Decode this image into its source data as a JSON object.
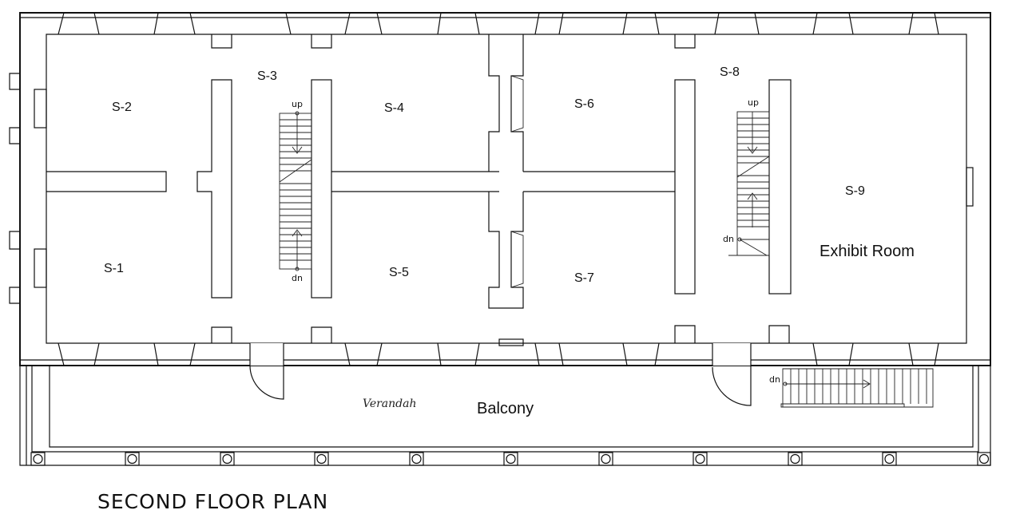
{
  "title": "SECOND FLOOR PLAN",
  "rooms": {
    "s1": "S-1",
    "s2": "S-2",
    "s3": "S-3",
    "s4": "S-4",
    "s5": "S-5",
    "s6": "S-6",
    "s7": "S-7",
    "s8": "S-8",
    "s9": "S-9",
    "exhibit": "Exhibit Room"
  },
  "verandah": "Verandah",
  "balcony": "Balcony",
  "stairs": {
    "up": "up",
    "dn": "dn"
  }
}
